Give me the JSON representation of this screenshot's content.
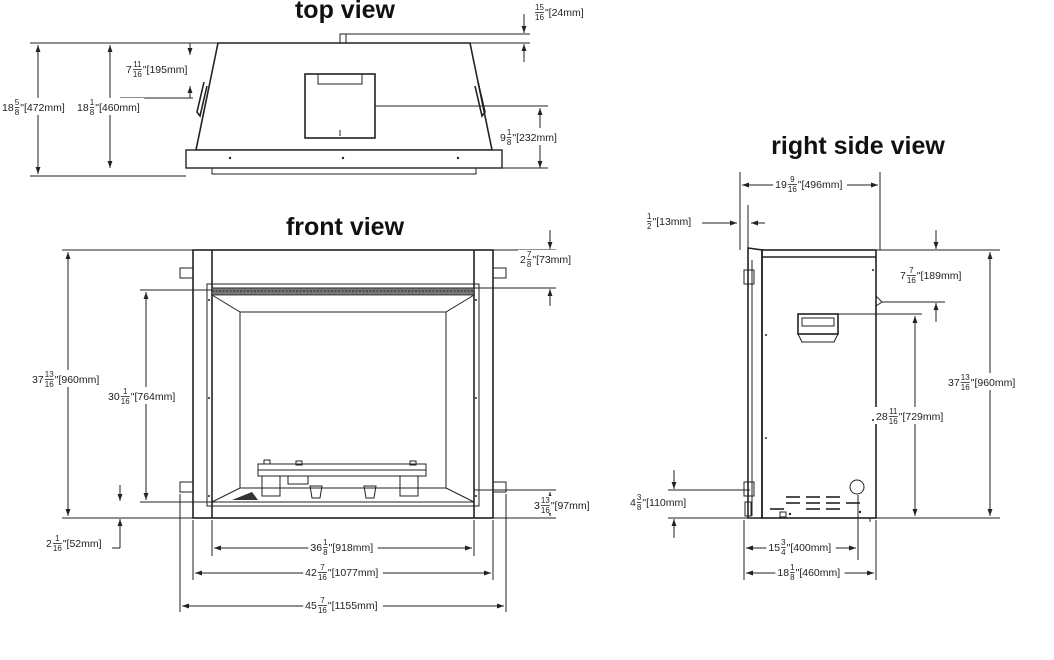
{
  "titles": {
    "top": "top view",
    "front": "front view",
    "side": "right side view"
  },
  "dims": {
    "top_24": {
      "whole": "",
      "num": "15",
      "den": "16",
      "mm": "\"[24mm]"
    },
    "top_195": {
      "whole": "7",
      "num": "11",
      "den": "16",
      "mm": "\"[195mm]"
    },
    "top_472": {
      "whole": "18",
      "num": "5",
      "den": "8",
      "mm": "\"[472mm]"
    },
    "top_460": {
      "whole": "18",
      "num": "1",
      "den": "8",
      "mm": "\"[460mm]"
    },
    "top_232": {
      "whole": "9",
      "num": "1",
      "den": "8",
      "mm": "\"[232mm]"
    },
    "front_73": {
      "whole": "2",
      "num": "7",
      "den": "8",
      "mm": "\"[73mm]"
    },
    "front_960": {
      "whole": "37",
      "num": "13",
      "den": "16",
      "mm": "\"[960mm]"
    },
    "front_764": {
      "whole": "30",
      "num": "1",
      "den": "16",
      "mm": "\"[764mm]"
    },
    "front_97": {
      "whole": "3",
      "num": "13",
      "den": "16",
      "mm": "\"[97mm]"
    },
    "front_52": {
      "whole": "2",
      "num": "1",
      "den": "16",
      "mm": "\"[52mm]"
    },
    "front_918": {
      "whole": "36",
      "num": "1",
      "den": "8",
      "mm": "\"[918mm]"
    },
    "front_1077": {
      "whole": "42",
      "num": "7",
      "den": "16",
      "mm": "\"[1077mm]"
    },
    "front_1155": {
      "whole": "45",
      "num": "7",
      "den": "16",
      "mm": "\"[1155mm]"
    },
    "side_496": {
      "whole": "19",
      "num": "9",
      "den": "16",
      "mm": "\"[496mm]"
    },
    "side_13": {
      "whole": "",
      "num": "1",
      "den": "2",
      "mm": "\"[13mm]"
    },
    "side_189": {
      "whole": "7",
      "num": "7",
      "den": "16",
      "mm": "\"[189mm]"
    },
    "side_960": {
      "whole": "37",
      "num": "13",
      "den": "16",
      "mm": "\"[960mm]"
    },
    "side_729": {
      "whole": "28",
      "num": "11",
      "den": "16",
      "mm": "\"[729mm]"
    },
    "side_110": {
      "whole": "4",
      "num": "3",
      "den": "8",
      "mm": "\"[110mm]"
    },
    "side_400": {
      "whole": "15",
      "num": "3",
      "den": "4",
      "mm": "\"[400mm]"
    },
    "side_460": {
      "whole": "18",
      "num": "1",
      "den": "8",
      "mm": "\"[460mm]"
    }
  }
}
